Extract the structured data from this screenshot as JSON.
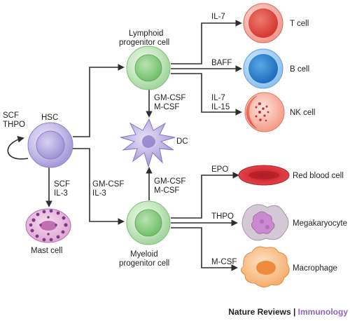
{
  "nodes": {
    "hsc": "HSC",
    "lymphoid": [
      "Lymphoid",
      "progenitor cell"
    ],
    "myeloid": [
      "Myeloid",
      "progenitor cell"
    ],
    "mast": "Mast cell",
    "dc": "DC",
    "tcell": "T cell",
    "bcell": "B cell",
    "nkcell": "NK cell",
    "rbc": "Red blood cell",
    "mega": "Megakaryocyte",
    "macro": "Macrophage"
  },
  "factors": {
    "hsc_self": [
      "SCF",
      "THPO"
    ],
    "hsc_to_mast": [
      "SCF",
      "IL-3"
    ],
    "hsc_to_myeloid": [
      "GM-CSF",
      "IL-3"
    ],
    "lymphoid_to_dc": [
      "GM-CSF",
      "M-CSF"
    ],
    "myeloid_to_dc": [
      "GM-CSF",
      "M-CSF"
    ],
    "to_tcell": "IL-7",
    "to_bcell": "BAFF",
    "to_nkcell": [
      "IL-7",
      "IL-15"
    ],
    "to_rbc": "EPO",
    "to_mega": "THPO",
    "to_macro": "M-CSF"
  },
  "footer": {
    "journal": "Nature Reviews",
    "separator": " | ",
    "section": "Immunology"
  },
  "colors": {
    "hsc": "#b8aee0",
    "progenitor": "#9ed49a",
    "tcell": "#e8564c",
    "bcell": "#2f86d2",
    "nkcell": "#ee6a55",
    "rbc": "#d9303a",
    "dc": "#9b8cd0",
    "mega": "#c8b9c9",
    "macro": "#f5a560",
    "mast": "#d98ec8",
    "footer_accent": "#8e66b8"
  }
}
